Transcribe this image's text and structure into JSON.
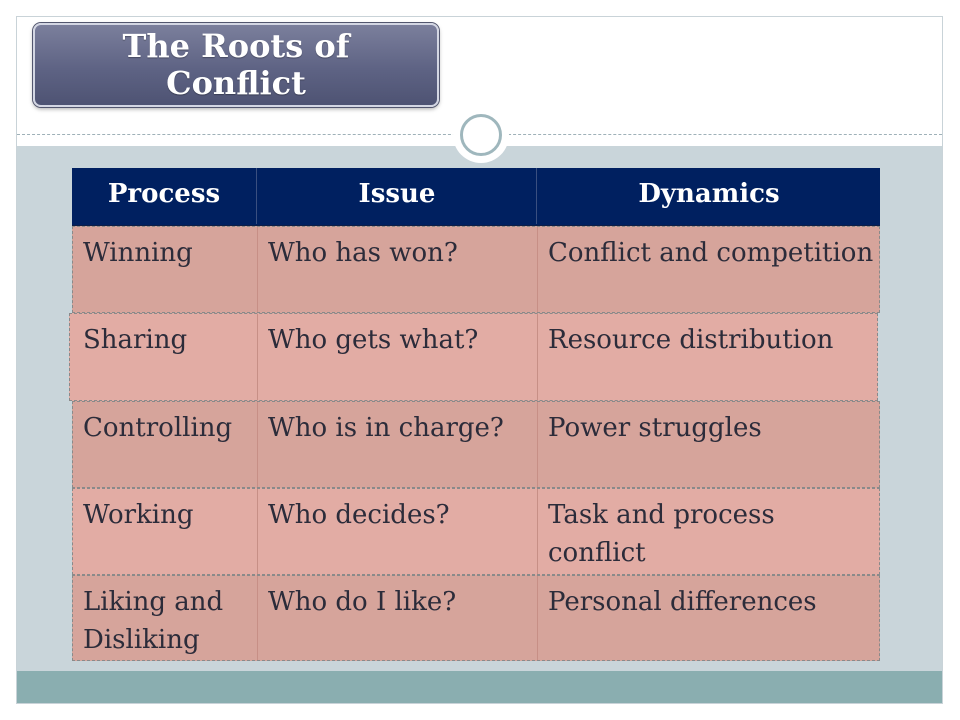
{
  "title": "The Roots of Conflict",
  "table": {
    "headers": [
      "Process",
      "Issue",
      "Dynamics"
    ],
    "rows": [
      [
        "Winning",
        "Who has won?",
        "Conflict and competition"
      ],
      [
        "Sharing",
        "Who gets what?",
        "Resource distribution"
      ],
      [
        "Controlling",
        "Who is in charge?",
        "Power struggles"
      ],
      [
        "Working",
        "Who decides?",
        "Task and process conflict"
      ],
      [
        "Liking and Disliking",
        "Who do I like?",
        "Personal differences"
      ]
    ]
  },
  "colors": {
    "header_bg": "#002060",
    "row_dark": "#d6a49b",
    "row_light": "#e2aca4",
    "title_bg": "#5e6384",
    "slide_bg": "#c9d5da",
    "footer": "#8aaeb0"
  }
}
